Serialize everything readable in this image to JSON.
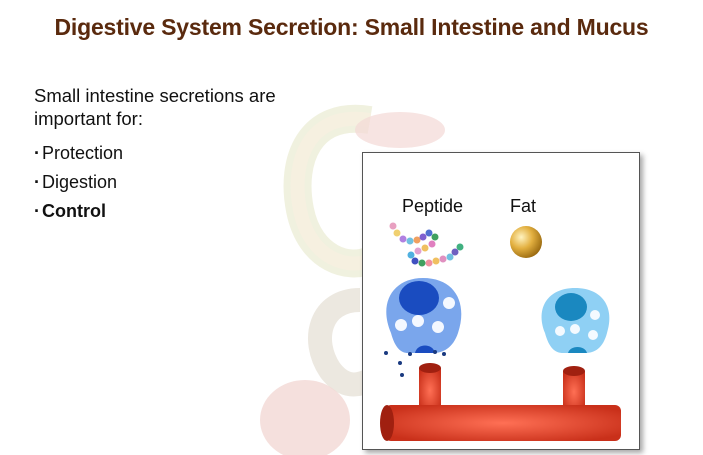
{
  "slide": {
    "title": "Digestive System Secretion: Small Intestine and Mucus",
    "intro": "Small intestine secretions are important for:",
    "bullets": [
      {
        "label": "Protection",
        "bold": false
      },
      {
        "label": "Digestion",
        "bold": false
      },
      {
        "label": "Control",
        "bold": true
      }
    ],
    "bullet_glyph": "·"
  },
  "figure": {
    "labels": {
      "peptide": "Peptide",
      "fat": "Fat"
    },
    "colors": {
      "title": "#5a2a0e",
      "vessel": "#e0432a",
      "cell_left": "#7aa6ec",
      "cell_right": "#8fd0f4",
      "fat": "#d9a530"
    }
  }
}
